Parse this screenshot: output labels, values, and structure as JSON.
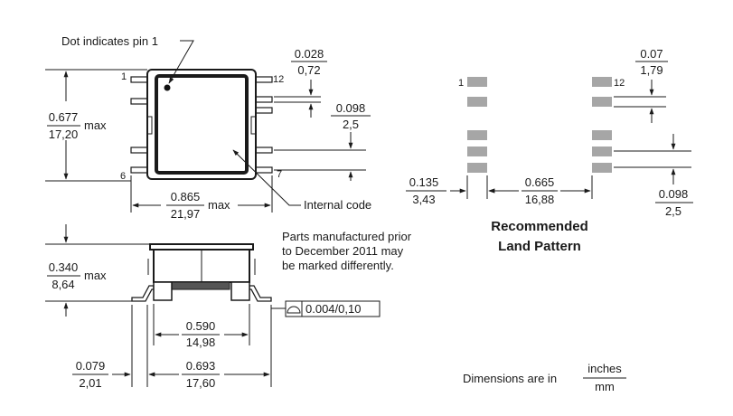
{
  "callouts": {
    "pin1": "Dot indicates pin 1",
    "internal_code": "Internal code",
    "note": [
      "Parts manufactured prior",
      "to December 2011 may",
      "be marked differently."
    ]
  },
  "pins": {
    "p1": "1",
    "p6": "6",
    "p7": "7",
    "p12": "12",
    "lp1": "1",
    "lp12": "12"
  },
  "top_view": {
    "pin_width": {
      "inch": "0.028",
      "mm": "0,72"
    },
    "pin_pitch": {
      "inch": "0.098",
      "mm": "2,5"
    },
    "height": {
      "inch": "0.677",
      "mm": "17,20",
      "suffix": "max"
    },
    "width": {
      "inch": "0.865",
      "mm": "21,97",
      "suffix": "max"
    }
  },
  "side_view": {
    "height": {
      "inch": "0.340",
      "mm": "8,64",
      "suffix": "max"
    },
    "coplanarity": "0.004/0,10",
    "body_width": {
      "inch": "0.590",
      "mm": "14,98"
    },
    "pin_span": {
      "inch": "0.693",
      "mm": "17,60"
    },
    "lead_ext": {
      "inch": "0.079",
      "mm": "2,01"
    }
  },
  "land_pattern": {
    "title": [
      "Recommended",
      "Land Pattern"
    ],
    "pad_width": {
      "inch": "0.07",
      "mm": "1,79"
    },
    "pad_length": {
      "inch": "0.135",
      "mm": "3,43"
    },
    "row_gap": {
      "inch": "0.665",
      "mm": "16,88"
    },
    "pitch": {
      "inch": "0.098",
      "mm": "2,5"
    }
  },
  "units": {
    "prefix": "Dimensions are in",
    "top": "inches",
    "bottom": "mm"
  }
}
